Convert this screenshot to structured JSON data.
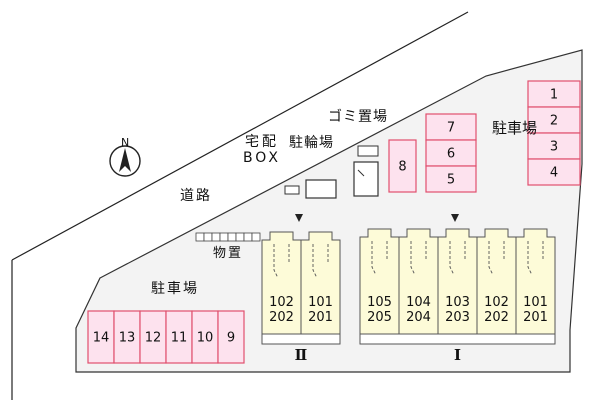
{
  "labels": {
    "road": "道路",
    "storage": "物置",
    "parking_left": "駐車場",
    "parking_right": "駐車場",
    "bike_parking": "駐輪場",
    "garbage": "ゴミ置場",
    "delivery_box_line1": "宅配",
    "delivery_box_line2": "BOX",
    "north": "N"
  },
  "parking_right_numbers": [
    "1",
    "2",
    "3",
    "4"
  ],
  "parking_middle_numbers": [
    "7",
    "6",
    "5"
  ],
  "parking_single_number": "8",
  "parking_bottom_numbers": [
    "14",
    "13",
    "12",
    "11",
    "10",
    "9"
  ],
  "buildings": [
    {
      "label": "Ⅱ",
      "units": [
        {
          "lower": "102",
          "upper": "202"
        },
        {
          "lower": "101",
          "upper": "201"
        }
      ]
    },
    {
      "label": "Ⅰ",
      "units": [
        {
          "lower": "105",
          "upper": "205"
        },
        {
          "lower": "104",
          "upper": "204"
        },
        {
          "lower": "103",
          "upper": "203"
        },
        {
          "lower": "102",
          "upper": "202"
        },
        {
          "lower": "101",
          "upper": "201"
        }
      ]
    }
  ],
  "colors": {
    "parking_fill": "#fde2ee",
    "parking_stroke": "#e0506e",
    "building_fill": "#fdfbd8",
    "building_stroke": "#555555",
    "lot_fill": "#f3f3f3"
  }
}
